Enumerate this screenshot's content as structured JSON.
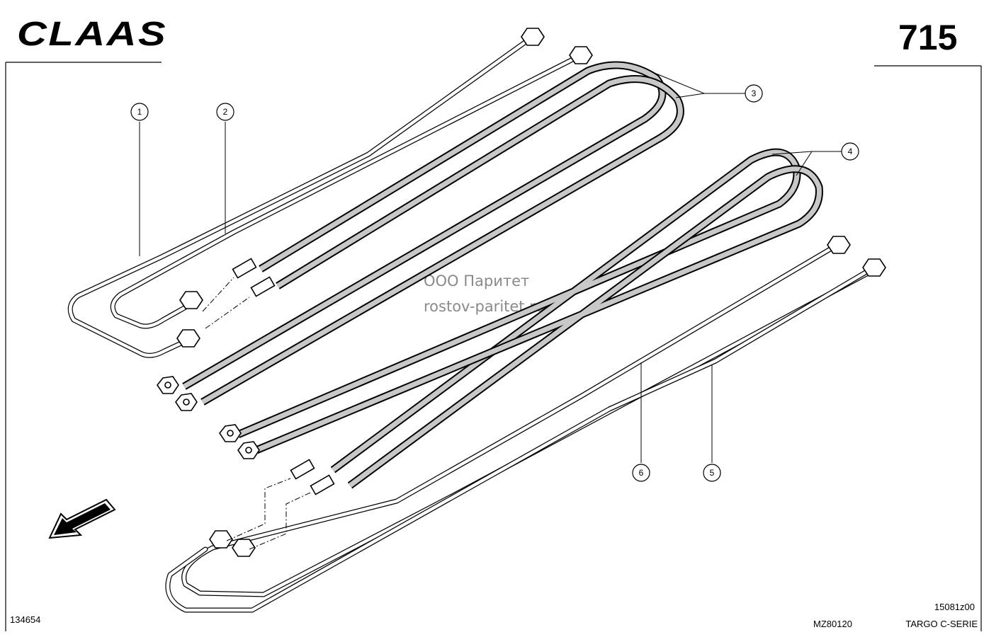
{
  "header": {
    "brand_logo": "CLAAS",
    "sheet_number": "715"
  },
  "watermark": {
    "line1": "ООО Паритет",
    "line2": "rostov-paritet.ru"
  },
  "callouts": [
    {
      "label": "1"
    },
    {
      "label": "2"
    },
    {
      "label": "3"
    },
    {
      "label": "4"
    },
    {
      "label": "5"
    },
    {
      "label": "6"
    }
  ],
  "footer": {
    "drawing_id": "134654",
    "model_code": "MZ80120",
    "figure_code": "15081z00",
    "series": "TARGO C-SERIE"
  },
  "icons": {
    "direction": "direction-arrow-icon"
  },
  "colors": {
    "line": "#000000",
    "hose_fill": "#c8c8c8",
    "watermark": "#8a8a8a"
  }
}
